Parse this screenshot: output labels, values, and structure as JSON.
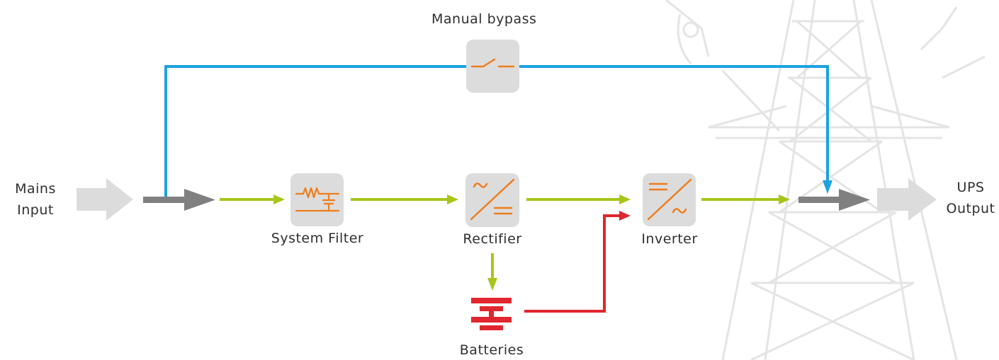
{
  "labels": {
    "manual_bypass": "Manual bypass",
    "mains_line1": "Mains",
    "mains_line2": "Input",
    "system_filter": "System Filter",
    "rectifier": "Rectifier",
    "inverter": "Inverter",
    "batteries": "Batteries",
    "ups_line1": "UPS",
    "ups_line2": "Output"
  },
  "colors": {
    "bypass_line": "#1aa3e0",
    "main_path": "#a6c61a",
    "battery_path": "#e0262e",
    "component_icon": "#ee7d1d",
    "component_box": "#dcdcdc",
    "input_output_arrow": "#dcdcdc",
    "junction_arrow": "#808080",
    "background_pylon": "#e4e4e4"
  },
  "icons": {
    "bypass_switch": "switch-icon",
    "system_filter": "filter-icon",
    "rectifier": "ac-dc-icon",
    "inverter": "dc-ac-icon",
    "batteries": "battery-icon",
    "background": "power-pylon-icon"
  }
}
